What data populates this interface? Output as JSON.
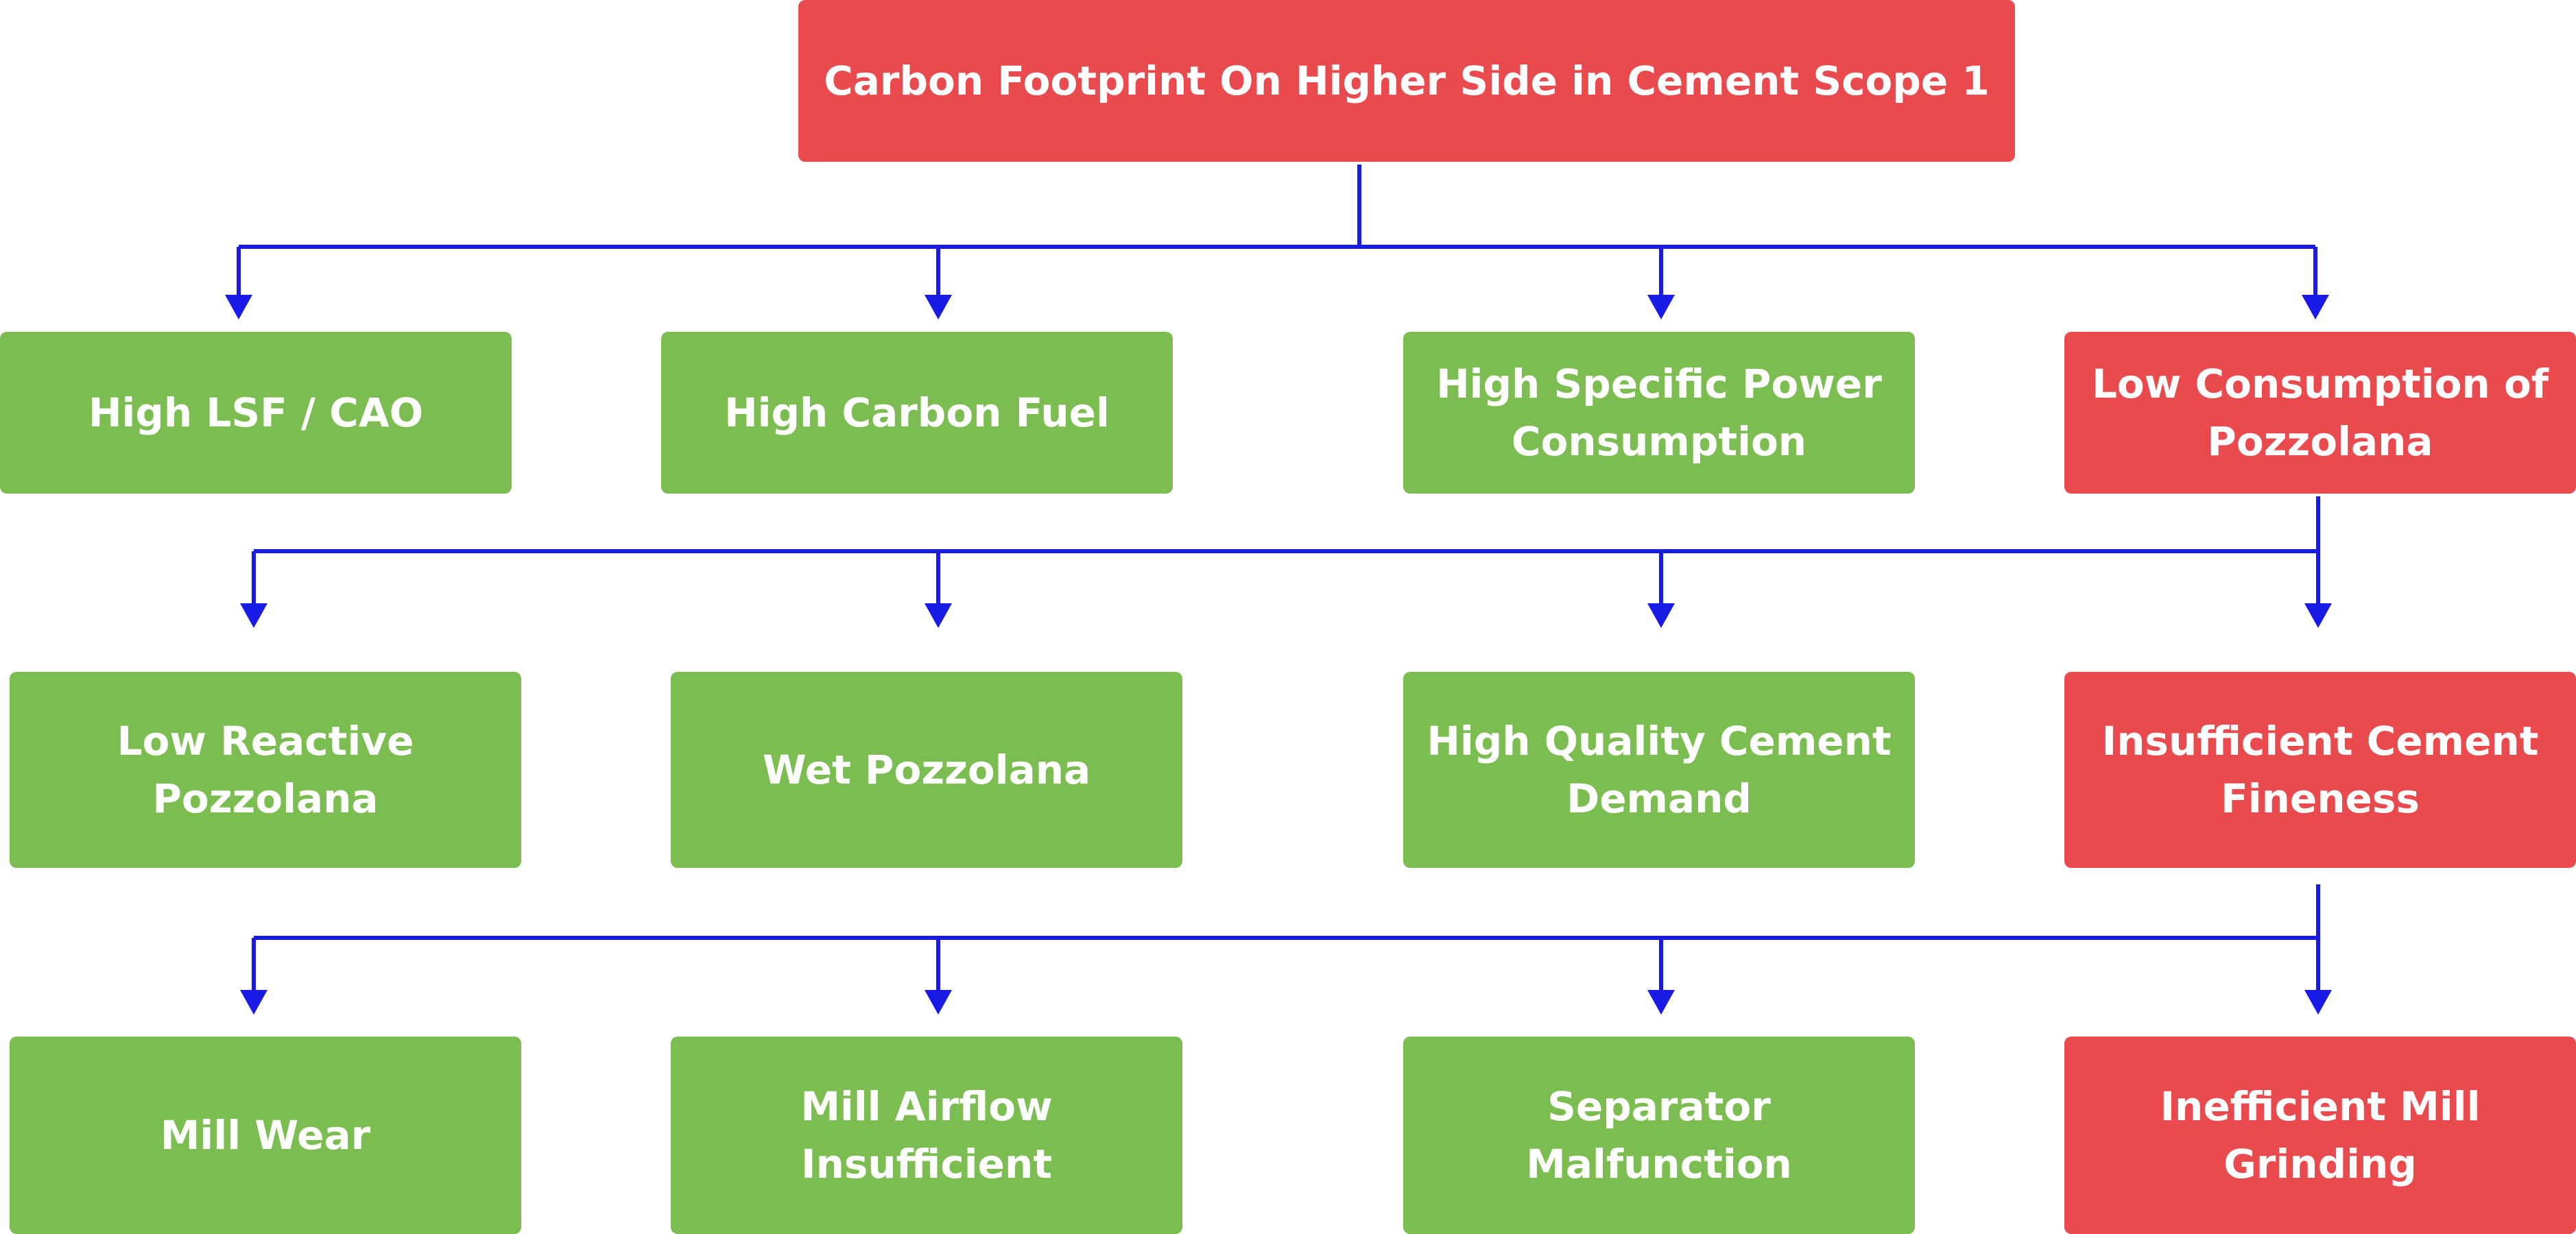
{
  "colors": {
    "root_cause_path": "#e84a4d",
    "other_cause": "#7bbd50",
    "connector": "#1a1ae6"
  },
  "root": {
    "label": "Carbon Footprint On Higher Side in Cement Scope 1",
    "status": "red"
  },
  "level1": [
    {
      "lines": [
        "High LSF / CAO"
      ],
      "status": "green"
    },
    {
      "lines": [
        "High Carbon Fuel"
      ],
      "status": "green"
    },
    {
      "lines": [
        "High Specific Power",
        "Consumption"
      ],
      "status": "green"
    },
    {
      "lines": [
        "Low Consumption of",
        "Pozzolana"
      ],
      "status": "red"
    }
  ],
  "level2": [
    {
      "lines": [
        "Low Reactive",
        "Pozzolana"
      ],
      "status": "green"
    },
    {
      "lines": [
        "Wet Pozzolana"
      ],
      "status": "green"
    },
    {
      "lines": [
        "High Quality Cement",
        "Demand"
      ],
      "status": "green"
    },
    {
      "lines": [
        "Insufficient Cement",
        "Fineness"
      ],
      "status": "red"
    }
  ],
  "level3": [
    {
      "lines": [
        "Mill Wear"
      ],
      "status": "green"
    },
    {
      "lines": [
        "Mill Airflow",
        "Insufficient"
      ],
      "status": "green"
    },
    {
      "lines": [
        "Separator",
        "Malfunction"
      ],
      "status": "green"
    },
    {
      "lines": [
        "Inefficient Mill",
        "Grinding"
      ],
      "status": "red"
    }
  ]
}
